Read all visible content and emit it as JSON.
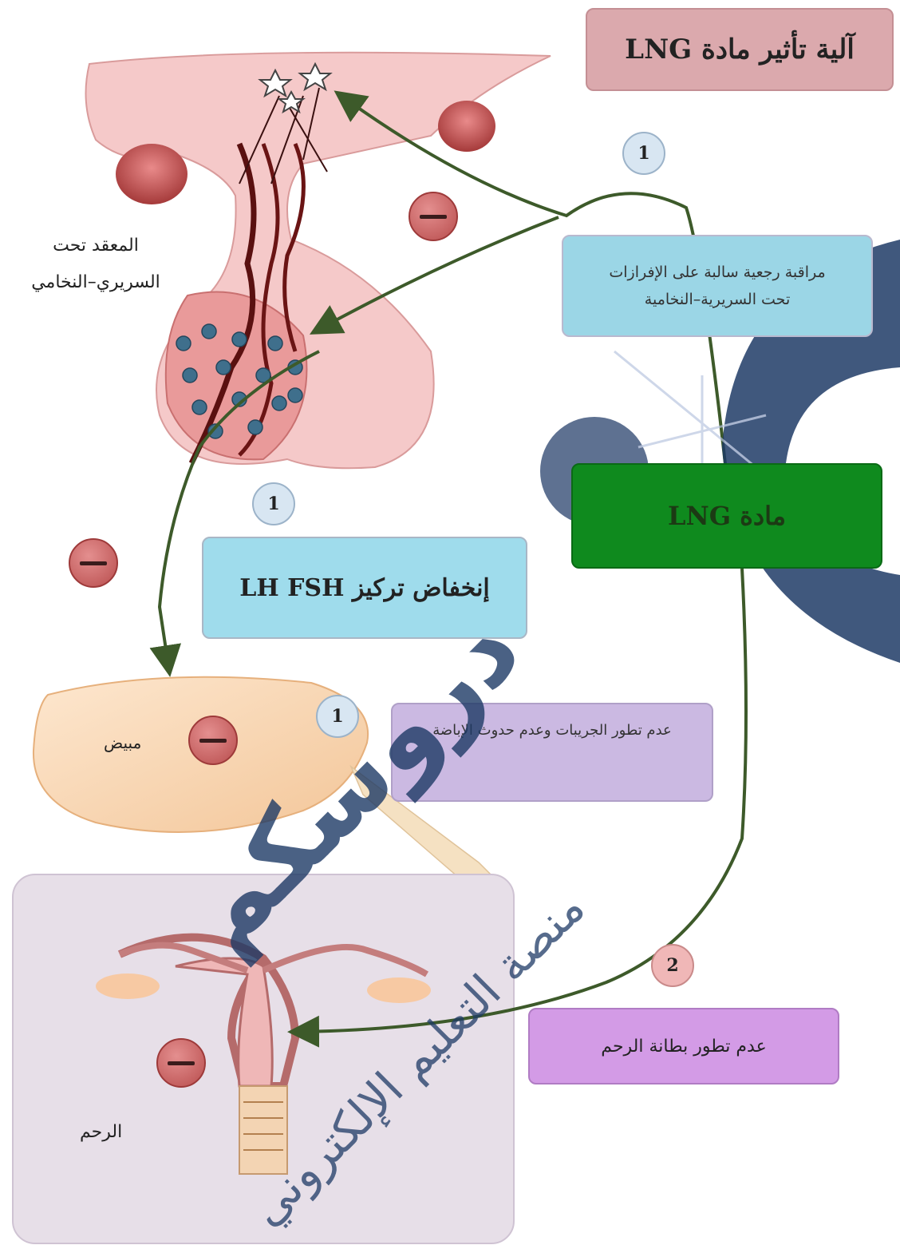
{
  "title": "آلية تأثير مادة LNG",
  "labels": {
    "hypothalamus_pituitary_line1": "المعقد تحت",
    "hypothalamus_pituitary_line2": "السريري–النخامي",
    "ovary": "مبيض",
    "uterus": "الرحم"
  },
  "boxes": {
    "feedback_line1": "مراقبة رجعية سالبة على الإفرازات",
    "feedback_line2": "تحت السريرية–النخامية",
    "lng": "مادة LNG",
    "fsh_lh": "إنخفاض تركيز LH FSH",
    "follicles": "عدم تطور الجريبات وعدم حدوث الإباضة",
    "endometrium": "عدم تطور بطانة الرحم"
  },
  "badges": [
    "1",
    "1",
    "1",
    "2"
  ],
  "watermark": {
    "brand": "دروسكم",
    "tagline": "منصة التعليم الإلكتروني"
  },
  "colors": {
    "title_box": "#dba9ad",
    "feedback_box": "#9bd6e6",
    "lng_box": "#0f8a1e",
    "fsh_box": "#9fdcec",
    "follicle_box": "#cbb9e2",
    "endometrium_box": "#d39be6",
    "arrow": "#3d5a2a",
    "watermark": "#1e3a66"
  },
  "icons": [
    "inhibition-minus-icon",
    "step-number-badge"
  ]
}
